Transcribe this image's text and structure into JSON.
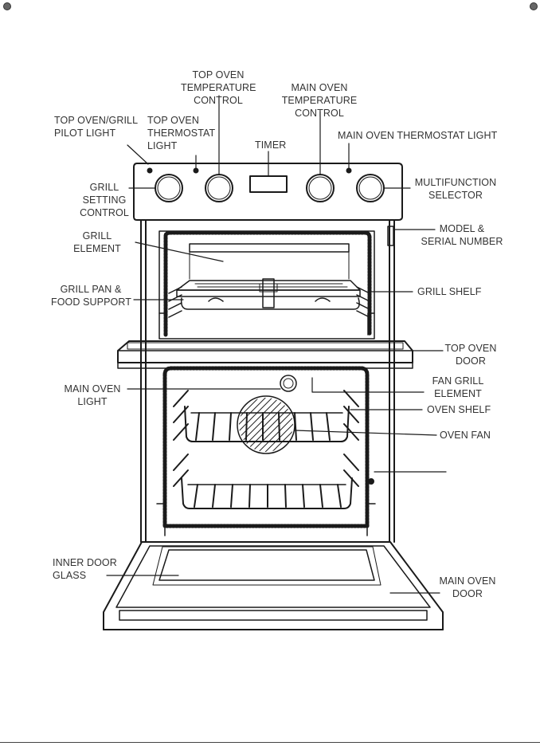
{
  "labels": {
    "top_oven_grill_pilot_light": "TOP OVEN/GRILL\nPILOT LIGHT",
    "top_oven_thermostat_light": "TOP OVEN\nTHERMOSTAT\nLIGHT",
    "top_oven_temperature_control": "TOP OVEN\nTEMPERATURE\nCONTROL",
    "timer": "TIMER",
    "main_oven_temperature_control": "MAIN OVEN\nTEMPERATURE\nCONTROL",
    "main_oven_thermostat_light": "MAIN OVEN THERMOSTAT LIGHT",
    "grill_setting_control": "GRILL\nSETTING\nCONTROL",
    "multifunction_selector": "MULTIFUNCTION\nSELECTOR",
    "model_serial_number": "MODEL &\nSERIAL NUMBER",
    "grill_element": "GRILL\nELEMENT",
    "grill_pan_food_support": "GRILL PAN &\nFOOD SUPPORT",
    "grill_shelf": "GRILL SHELF",
    "top_oven_door": "TOP OVEN\nDOOR",
    "main_oven_light": "MAIN OVEN\nLIGHT",
    "fan_grill_element": "FAN GRILL\nELEMENT",
    "oven_shelf": "OVEN SHELF",
    "oven_fan": "OVEN FAN",
    "inner_door_glass": "INNER DOOR\nGLASS",
    "main_oven_door": "MAIN OVEN\nDOOR"
  },
  "colors": {
    "line": "#1a1a1a",
    "text": "#333333",
    "background": "#ffffff"
  }
}
